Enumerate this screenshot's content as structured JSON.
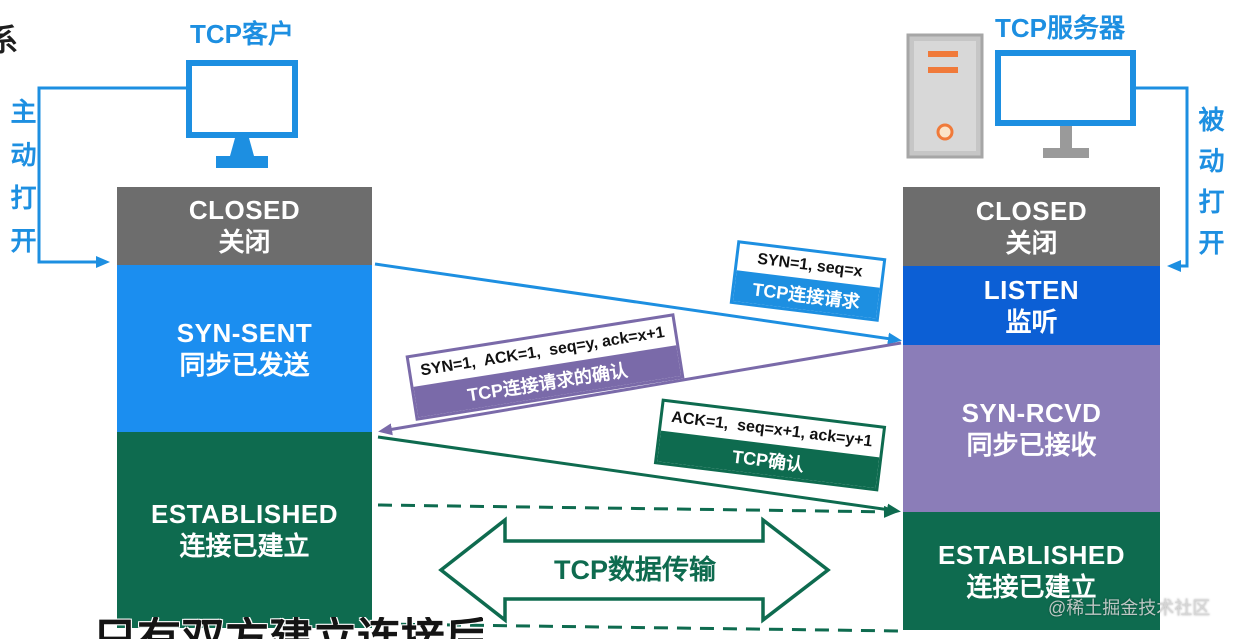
{
  "page": {
    "partial_heading": "系",
    "subtitle": "只有双方建立连接后",
    "watermark": "@稀土掘金技术社区"
  },
  "colors": {
    "accent_blue": "#1d8fe1",
    "server_orange": "#f07a3a",
    "server_gray": "#c6c6c6"
  },
  "client": {
    "title": "TCP客户",
    "icon": "monitor-icon",
    "open_label": "主动打开",
    "states": [
      {
        "name": "CLOSED",
        "cn": "关闭",
        "color": "#6d6d6d"
      },
      {
        "name": "SYN-SENT",
        "cn": "同步已发送",
        "color": "#1b8ef0"
      },
      {
        "name": "ESTABLISHED",
        "cn": "连接已建立",
        "color": "#0e6b4f"
      }
    ]
  },
  "server": {
    "title": "TCP服务器",
    "icons": [
      "server-tower-icon",
      "monitor-icon"
    ],
    "open_label": "被动打开",
    "states": [
      {
        "name": "CLOSED",
        "cn": "关闭",
        "color": "#6d6d6d"
      },
      {
        "name": "LISTEN",
        "cn": "监听",
        "color": "#0c5fd5"
      },
      {
        "name": "SYN-RCVD",
        "cn": "同步已接收",
        "color": "#8b7db8"
      },
      {
        "name": "ESTABLISHED",
        "cn": "连接已建立",
        "color": "#0e6b4f"
      }
    ]
  },
  "messages": [
    {
      "fields": "SYN=1, seq=x",
      "label": "TCP连接请求",
      "color": "#1d8fe1"
    },
    {
      "fields": "SYN=1,  ACK=1,  seq=y, ack=x+1",
      "label": "TCP连接请求的确认",
      "color": "#7a6aa9"
    },
    {
      "fields": "ACK=1,  seq=x+1, ack=y+1",
      "label": "TCP确认",
      "color": "#0e6b4f"
    }
  ],
  "data_transfer": {
    "label": "TCP数据传输",
    "color": "#0e6b4f"
  }
}
